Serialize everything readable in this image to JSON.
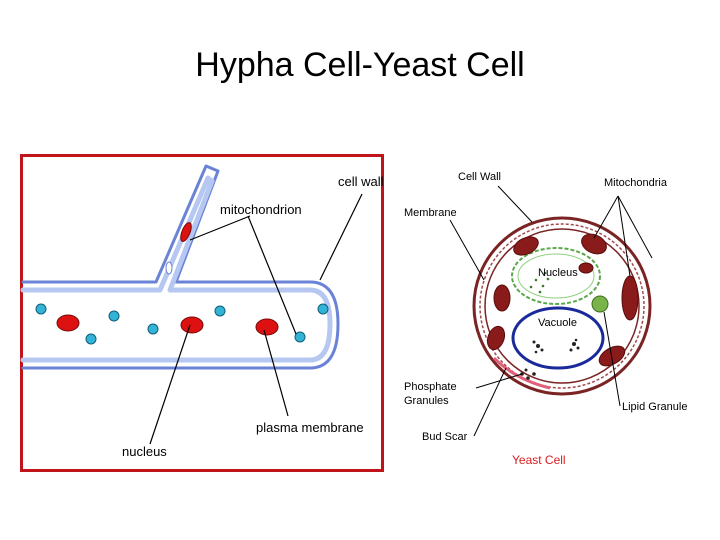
{
  "slide": {
    "title": "Hypha Cell-Yeast Cell"
  },
  "hypha": {
    "labels": {
      "cell_wall": "cell wall",
      "mitochondrion": "mitochondrion",
      "nucleus": "nucleus",
      "plasma_membrane": "plasma membrane"
    },
    "colors": {
      "frame": "#c0141a",
      "wall": "#6a83d6",
      "membrane": "#b6c8f2",
      "nucleus": "#dd1111",
      "mitochondrion": "#33b4d6"
    }
  },
  "yeast": {
    "labels": {
      "cell_wall": "Cell Wall",
      "mitochondria": "Mitochondria",
      "membrane": "Membrane",
      "nucleus": "Nucleus",
      "vacuole": "Vacuole",
      "phosphate_granules_line1": "Phosphate",
      "phosphate_granules_line2": "Granules",
      "lipid_granule": "Lipid Granule",
      "bud_scar": "Bud Scar",
      "caption": "Yeast Cell"
    },
    "colors": {
      "wall": "#7a2424",
      "mitochondria": "#8a1b1b",
      "nucleus": "#5aa84a",
      "vacuole": "#1a2a9a",
      "lipid": "#7ab34a",
      "bud_scar": "#e0607a",
      "caption": "#d81d1d"
    }
  }
}
